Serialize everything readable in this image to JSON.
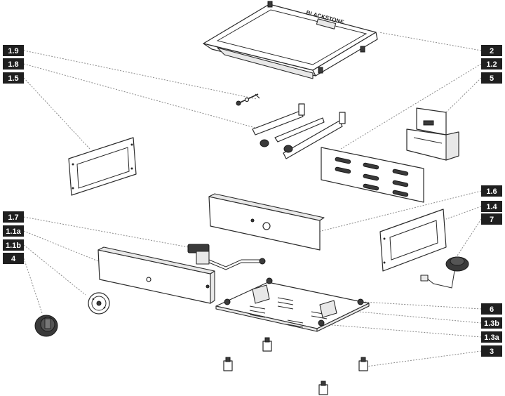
{
  "brand": "BLACKSTONE",
  "callouts": [
    {
      "id": "c-2",
      "text": "2"
    },
    {
      "id": "c-1.9",
      "text": "1.9"
    },
    {
      "id": "c-1.8",
      "text": "1.8"
    },
    {
      "id": "c-1.2",
      "text": "1.2"
    },
    {
      "id": "c-1.5",
      "text": "1.5"
    },
    {
      "id": "c-5",
      "text": "5"
    },
    {
      "id": "c-1.7",
      "text": "1.7"
    },
    {
      "id": "c-1.6",
      "text": "1.6"
    },
    {
      "id": "c-1.1a",
      "text": "1.1a"
    },
    {
      "id": "c-1.4",
      "text": "1.4"
    },
    {
      "id": "c-1.1b",
      "text": "1.1b"
    },
    {
      "id": "c-7",
      "text": "7"
    },
    {
      "id": "c-4",
      "text": "4"
    },
    {
      "id": "c-6",
      "text": "6"
    },
    {
      "id": "c-1.3b",
      "text": "1.3b"
    },
    {
      "id": "c-1.3a",
      "text": "1.3a"
    },
    {
      "id": "c-3",
      "text": "3"
    }
  ]
}
